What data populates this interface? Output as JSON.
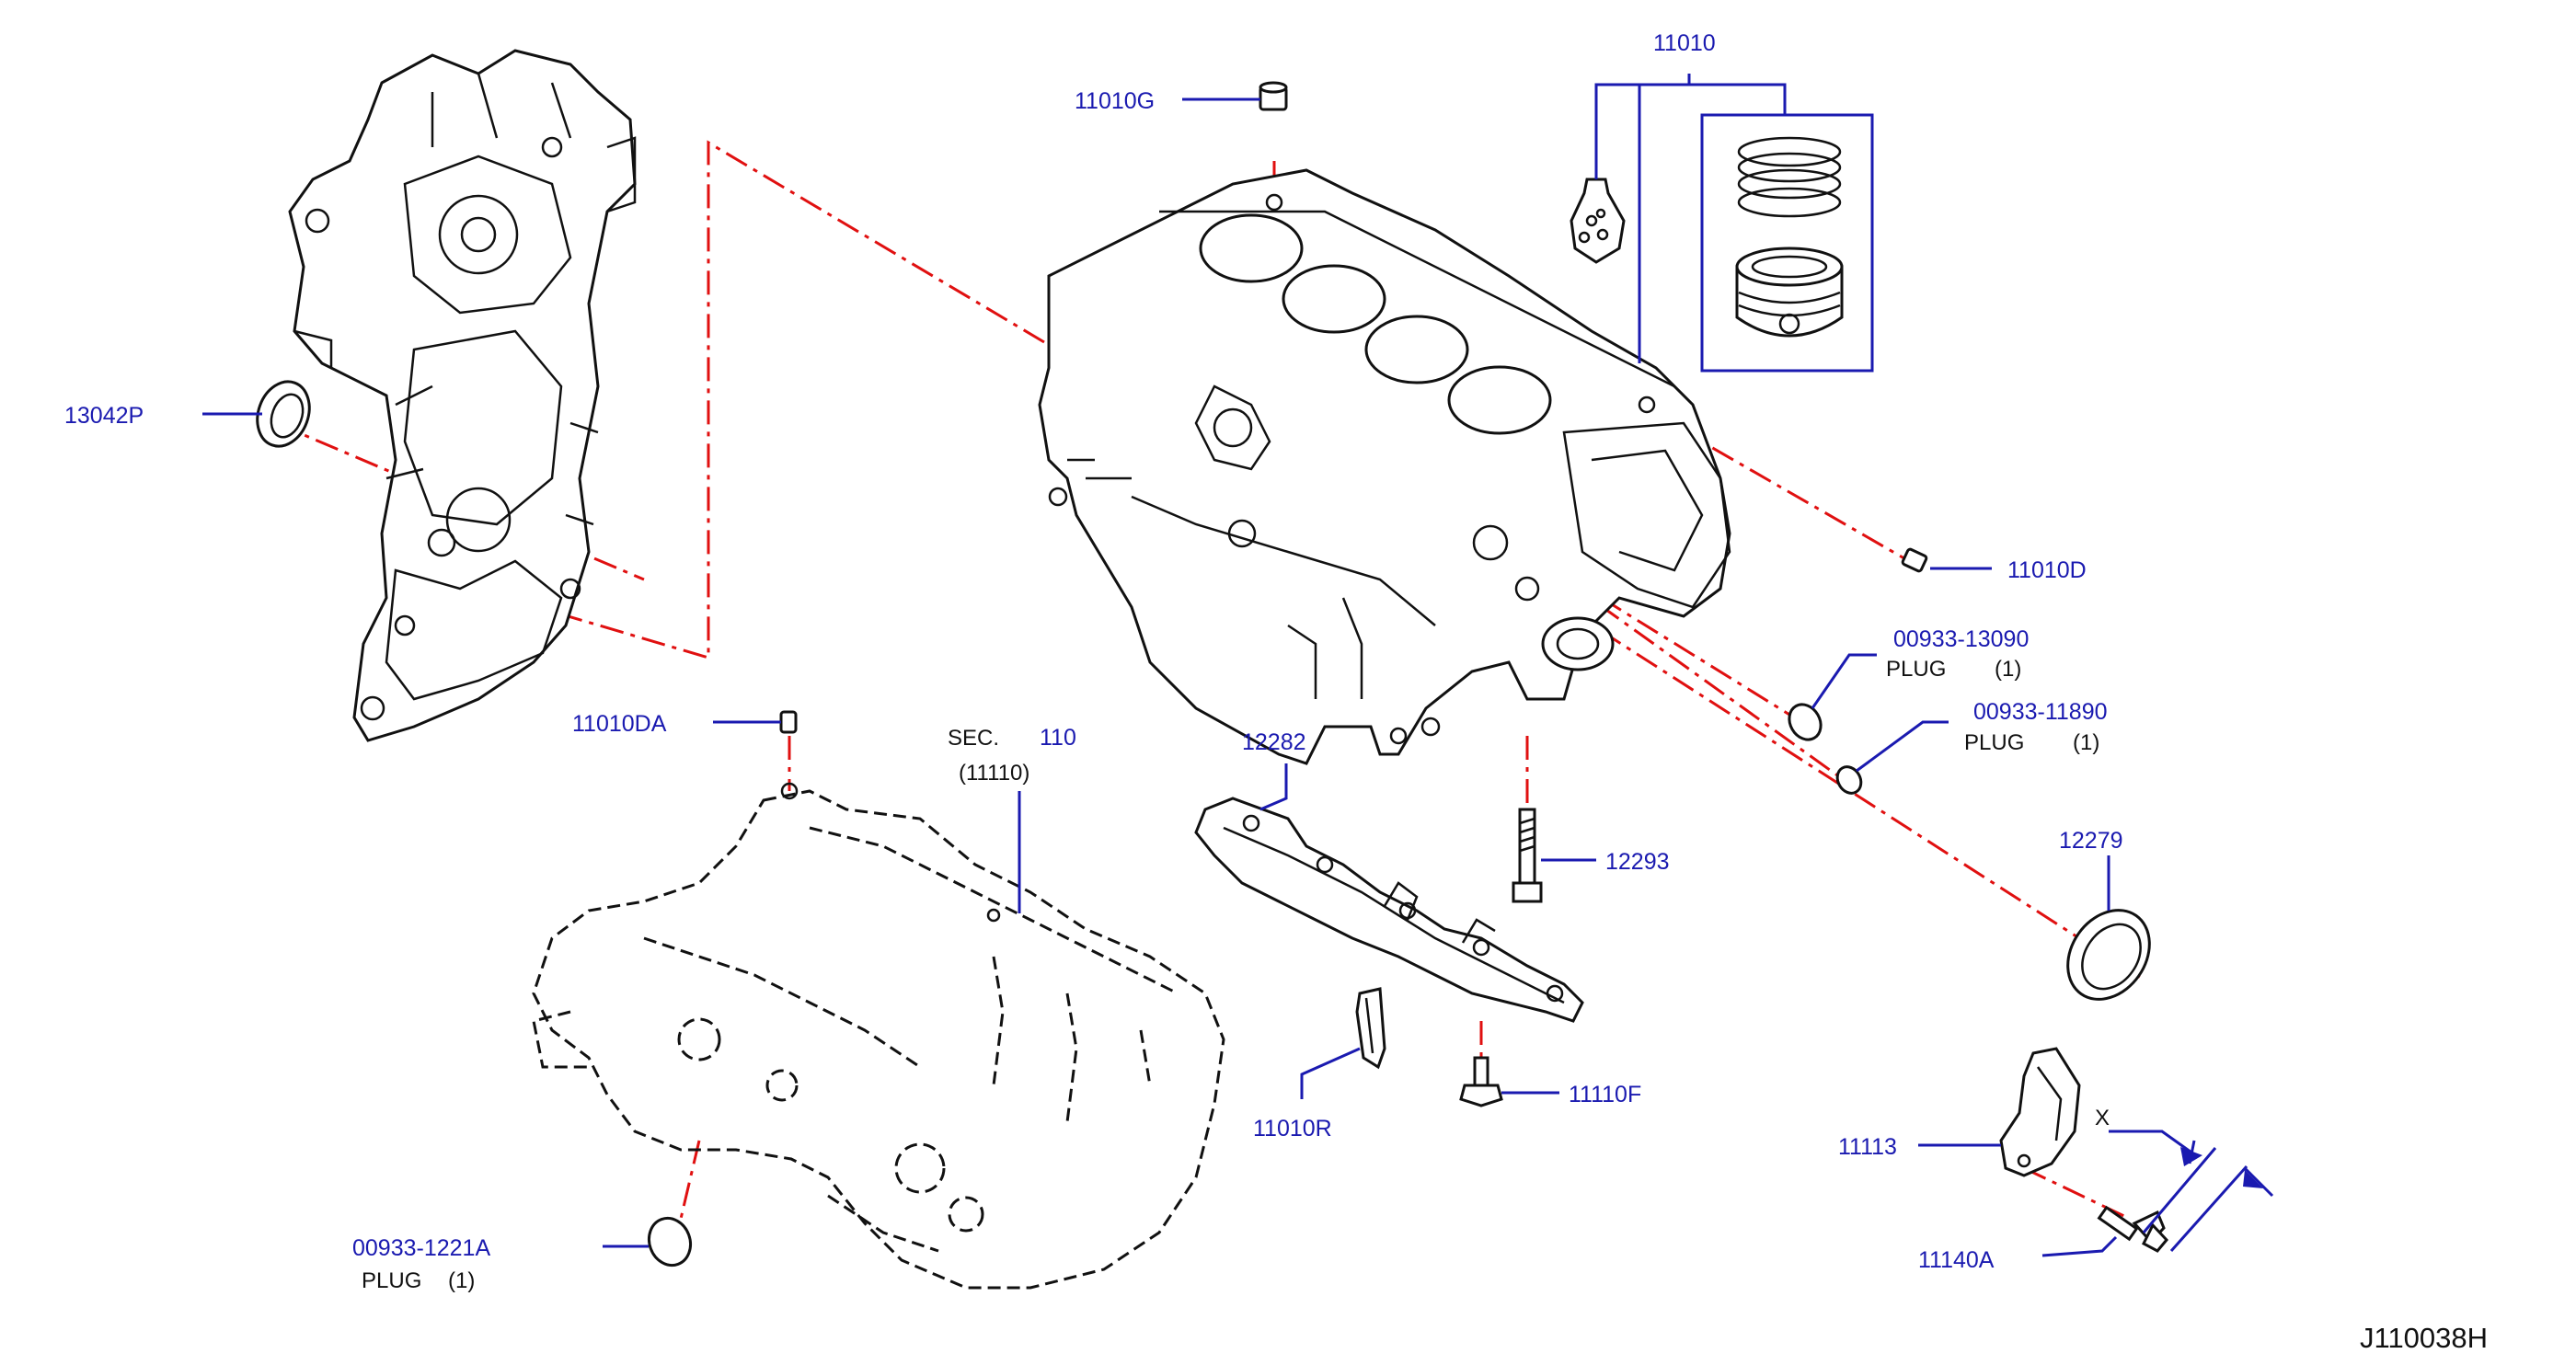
{
  "diagram_id": "J110038H",
  "colors": {
    "label_blue": "#1a1ab0",
    "leader_red": "#e01010",
    "line_black": "#111111"
  },
  "parts": {
    "p11010": "11010",
    "p11010G": "11010G",
    "p13042P": "13042P",
    "p11010D": "11010D",
    "p00933_13090": "00933-13090",
    "plug_13090": "PLUG",
    "plug_13090_qty": "(1)",
    "p00933_11890": "00933-11890",
    "plug_11890": "PLUG",
    "plug_11890_qty": "(1)",
    "p12279": "12279",
    "p11010DA": "11010DA",
    "sec_prefix": "SEC.",
    "sec_num": "110",
    "sec_sub": "(11110)",
    "p12282": "12282",
    "p12293": "12293",
    "p11110F": "11110F",
    "p11010R": "11010R",
    "p11113": "11113",
    "p11140A": "11140A",
    "p00933_1221A": "00933-1221A",
    "plug_1221A": "PLUG",
    "plug_1221A_qty": "(1)",
    "dim_x": "X"
  }
}
